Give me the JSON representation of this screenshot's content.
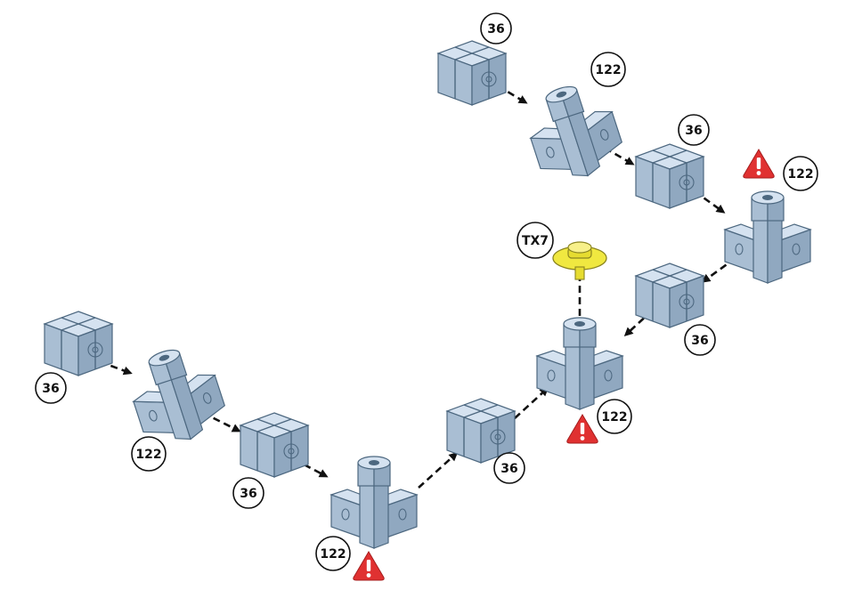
{
  "title": "",
  "parts": [
    {
      "id": "cube-a1",
      "kind": "cube",
      "label": "36"
    },
    {
      "id": "hub-a2",
      "kind": "hub",
      "label": "122"
    },
    {
      "id": "cube-a3",
      "kind": "cube",
      "label": "36"
    },
    {
      "id": "hub-a4",
      "kind": "hub",
      "label": "122",
      "warning": true
    },
    {
      "id": "cube-a5",
      "kind": "cube",
      "label": "36"
    },
    {
      "id": "hub-a6",
      "kind": "hub",
      "label": "122",
      "warning": true
    },
    {
      "id": "screw-tx7",
      "kind": "screw",
      "label": "TX7"
    },
    {
      "id": "cube-b1",
      "kind": "cube",
      "label": "36"
    },
    {
      "id": "hub-b2",
      "kind": "hub",
      "label": "122"
    },
    {
      "id": "cube-b3",
      "kind": "cube",
      "label": "36"
    },
    {
      "id": "hub-b4",
      "kind": "hub",
      "label": "122",
      "warning": true
    }
  ],
  "colors": {
    "part_light": "#d5e2f0",
    "part_mid": "#a9bed3",
    "part_dark": "#90a8c0",
    "outline": "#4d6880",
    "screw": "#f0e840",
    "warning": "#e03131",
    "arrow": "#111111"
  },
  "icons": {
    "warning": "warning-triangle-icon",
    "arrow": "dashed-arrow"
  }
}
